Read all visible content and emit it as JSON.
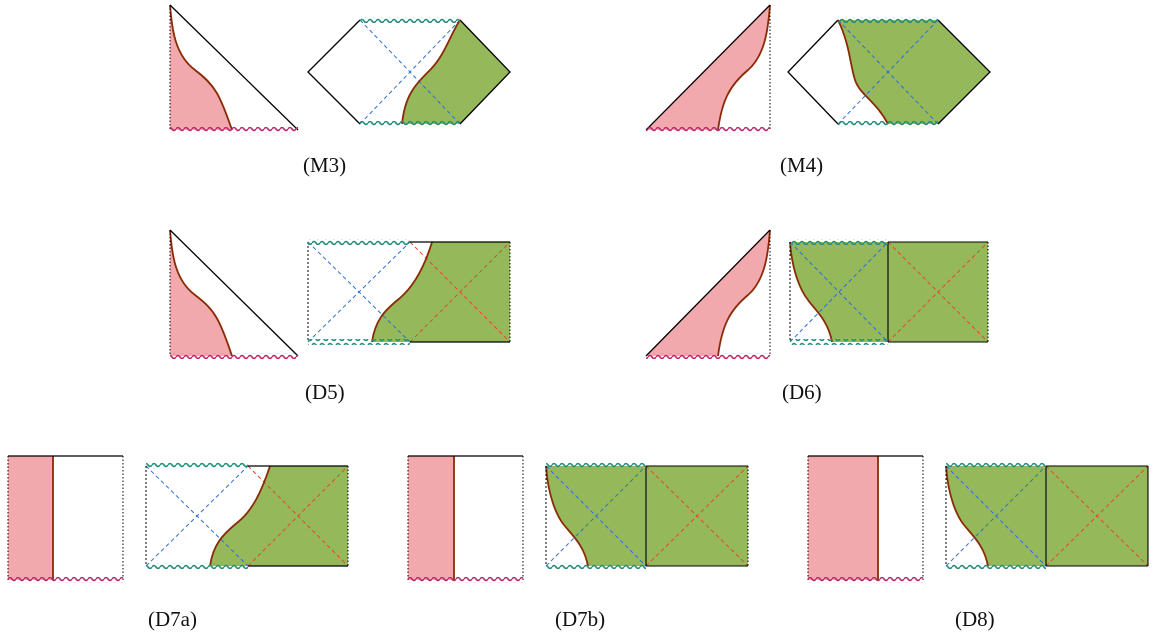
{
  "colors": {
    "pink_fill": "#f2a9ae",
    "green_fill": "#95b85b",
    "brown_curve": "#8b2a06",
    "wavy_magenta": "#c0286e",
    "wavy_teal": "#1f8f7a",
    "dashed_blue": "#2e6fd6",
    "dashed_red": "#e8462e",
    "black": "#000000"
  },
  "captions": {
    "m3": "(M3)",
    "m4": "(M4)",
    "d5": "(D5)",
    "d6": "(D6)",
    "d7a": "(D7a)",
    "d7b": "(D7b)",
    "d8": "(D8)"
  }
}
